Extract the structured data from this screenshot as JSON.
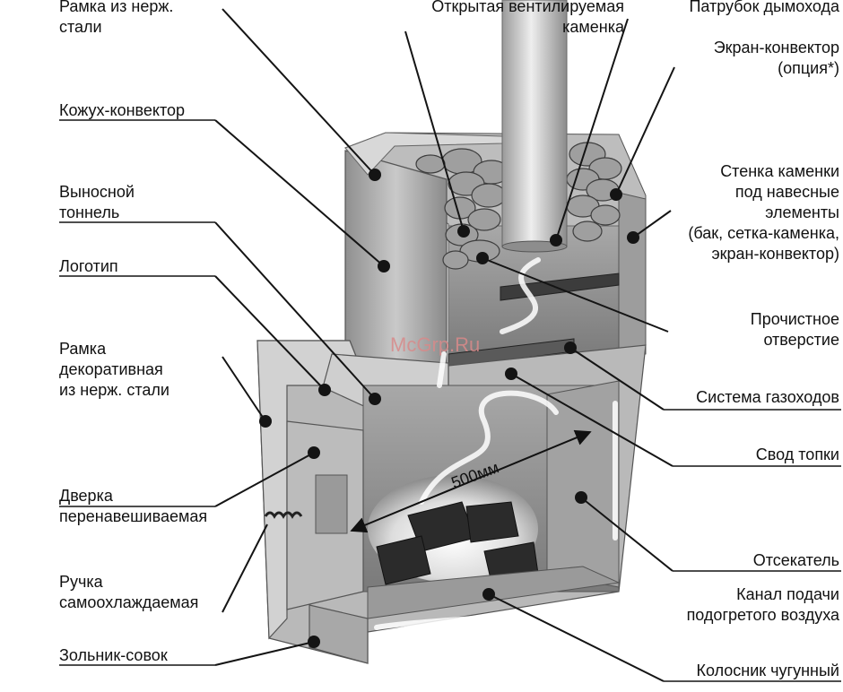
{
  "watermark": "McGrp.Ru",
  "dimension_label": "500мм",
  "colors": {
    "leader": "#141414",
    "stove_light": "#d6d6d6",
    "stove_mid": "#9c9c9c",
    "stove_dark": "#3a3a3a",
    "watermark": "#d88a8a"
  },
  "labels": {
    "frame_steel": "Рамка из нерж.\nстали",
    "casing_convector": "Кожух-конвектор",
    "external_tunnel": "Выносной\nтоннель",
    "logo": "Логотип",
    "decorative_frame": "Рамка\nдекоративная\nиз нерж. стали",
    "door": "Дверка\nперенавешиваемая",
    "handle": "Ручка\nсамоохлаждаемая",
    "ash_pan": "Зольник-совок",
    "open_heater": "Открытая вентилируемая\nкаменка",
    "chimney_pipe": "Патрубок дымохода",
    "screen_convector": "Экран-конвектор\n(опция*)",
    "heater_wall": "Стенка каменки\nпод навесные\nэлементы\n(бак, сетка-каменка,\nэкран-конвектор)",
    "cleaning_hole": "Прочистное\nотверстие",
    "gas_ducts": "Система газоходов",
    "firebox_vault": "Свод топки",
    "cutoff": "Отсекатель",
    "air_channel": "Канал подачи\nподогретого воздуха",
    "grate": "Колосник чугунный"
  }
}
